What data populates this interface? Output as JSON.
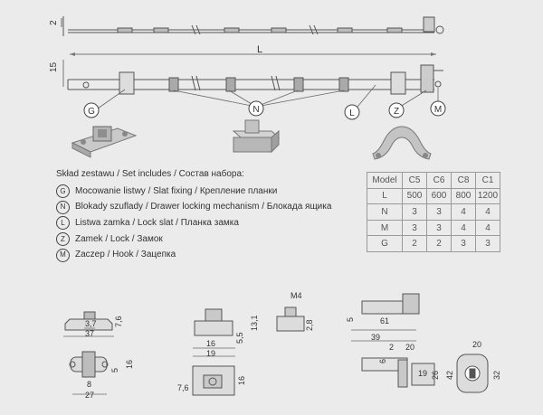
{
  "dimensions": {
    "top_thickness": "2",
    "side_height": "15",
    "length": "L"
  },
  "callouts": {
    "g": "G",
    "n": "N",
    "l": "L",
    "z": "Z",
    "m": "M"
  },
  "legend": {
    "heading": "Skład zestawu / Set includes / Состав набора:",
    "items": [
      {
        "code": "G",
        "text": "Mocowanie listwy / Slat fixing / Крепление планки"
      },
      {
        "code": "N",
        "text": "Blokady szuflady / Drawer locking mechanism / Блокада ящика"
      },
      {
        "code": "L",
        "text": "Listwa zamka / Lock slat / Планка замка"
      },
      {
        "code": "Z",
        "text": "Zamek / Lock / Замок"
      },
      {
        "code": "M",
        "text": "Zaczep  / Hook / Зацепка"
      }
    ]
  },
  "model_table": {
    "header": [
      "Model",
      "C5",
      "C6",
      "C8",
      "C1"
    ],
    "rows": [
      [
        "L",
        "500",
        "600",
        "800",
        "1200"
      ],
      [
        "N",
        "3",
        "3",
        "4",
        "4"
      ],
      [
        "M",
        "3",
        "3",
        "4",
        "4"
      ],
      [
        "G",
        "2",
        "2",
        "3",
        "3"
      ]
    ]
  },
  "drawing_dims": {
    "g_w_inner": "3,7",
    "g_w_outer": "37",
    "g_h": "7,6",
    "g_slot": "8",
    "g_w_base": "27",
    "g_hole": "5",
    "g_h_side": "16",
    "n_thread": "M4",
    "n_h1": "13,1",
    "n_h2": "5,5",
    "n_h3": "2,8",
    "n_w_inner": "16",
    "n_w_outer": "19",
    "n_hole": "7,6",
    "n_h_plan": "16",
    "z_h": "5",
    "z_61": "61",
    "z_39": "39",
    "z_2": "2",
    "z_20": "20",
    "z_6": "6",
    "z_19": "19",
    "z_26": "26",
    "z_42": "42",
    "z_top20": "20",
    "z_32": "32"
  }
}
